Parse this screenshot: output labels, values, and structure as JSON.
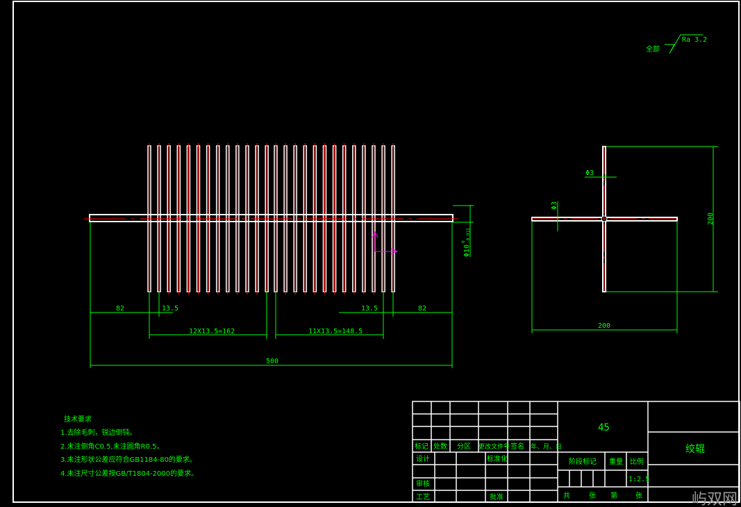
{
  "colors": {
    "background": "#000000",
    "outline": "#ffffff",
    "dimension": "#00ff00",
    "centerline": "#ff0000",
    "ucs": "#ff00ff"
  },
  "roughness": {
    "prefix": "全部",
    "value": "Ra 3.2"
  },
  "front_view": {
    "fin_count_left": 12,
    "fin_count_right": 11,
    "dims": {
      "left_end": "82",
      "right_end": "82",
      "pitch_left": "13.5",
      "pitch_right": "13.5",
      "chain_left": "12X13.5=162",
      "chain_right": "11X13.5=148.5",
      "overall": "500",
      "diameter": "Φ10",
      "tol_upper": "0",
      "tol_lower": "-0.015"
    }
  },
  "side_view": {
    "dims": {
      "width": "200",
      "height": "200",
      "rod_dia_top": "Φ3",
      "rod_dia_left": "Φ3"
    }
  },
  "tech_requirements": {
    "title": "技术要求",
    "items": [
      "1.去除毛刺，锐边倒钝。",
      "2.未注倒角C0.5,未注圆角R0.5。",
      "3.未注形状公差应符合GB1184-80的要求。",
      "4.未注尺寸公差按GB/T1804-2000的要求。"
    ]
  },
  "title_block": {
    "material": "45",
    "part_name": "绞辊",
    "header_row": [
      "标记",
      "处数",
      "分区",
      "更改文件号",
      "签名",
      "年、月、日"
    ],
    "design": "设计",
    "standardization": "标准化",
    "review": "审核",
    "process": "工艺",
    "approve": "批准",
    "stage_mark": "阶段标记",
    "weight": "重量",
    "scale_label": "比例",
    "scale_value": "1:2.5",
    "total": "共",
    "sheets1": "张",
    "sheet_no": "第",
    "sheets2": "张"
  },
  "watermark": "屿双网"
}
